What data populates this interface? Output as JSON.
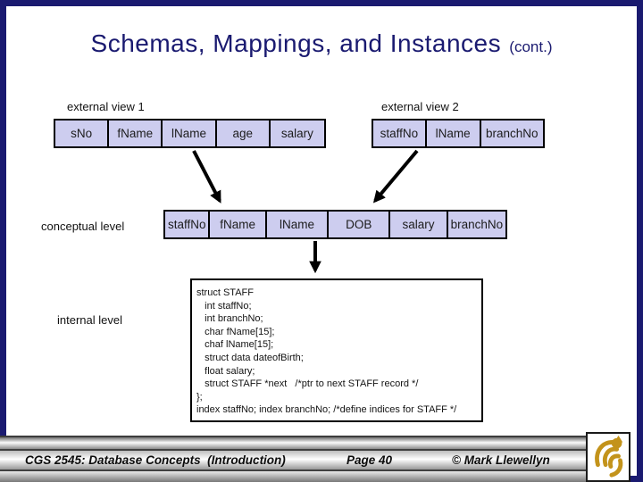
{
  "slide": {
    "title": "Schemas, Mappings, and Instances",
    "title_suffix": "(cont.)"
  },
  "diagram": {
    "external_view_1": {
      "label": "external view 1",
      "columns": [
        "sNo",
        "fName",
        "lName",
        "age",
        "salary"
      ]
    },
    "external_view_2": {
      "label": "external view 2",
      "columns": [
        "staffNo",
        "lName",
        "branchNo"
      ]
    },
    "conceptual": {
      "label": "conceptual level",
      "columns": [
        "staffNo",
        "fName",
        "lName",
        "DOB",
        "salary",
        "branchNo"
      ]
    },
    "internal": {
      "label": "internal level",
      "code_lines": [
        "struct STAFF",
        "   int staffNo;",
        "   int branchNo;",
        "   char fName[15];",
        "   chaf lName[15];",
        "   struct data dateofBirth;",
        "   float salary;",
        "   struct STAFF *next   /*ptr to next STAFF record */",
        "};",
        "index staffNo; index branchNo; /*define indices for STAFF */"
      ]
    }
  },
  "footer": {
    "course": "CGS 2545: Database Concepts  (Introduction)",
    "page": "Page 40",
    "copyright": "© Mark Llewellyn",
    "logo": "ucf-pegasus-logo"
  },
  "colors": {
    "accent": "#1a1a70",
    "cell_bg": "#cdcdef",
    "gold": "#c3931b"
  }
}
